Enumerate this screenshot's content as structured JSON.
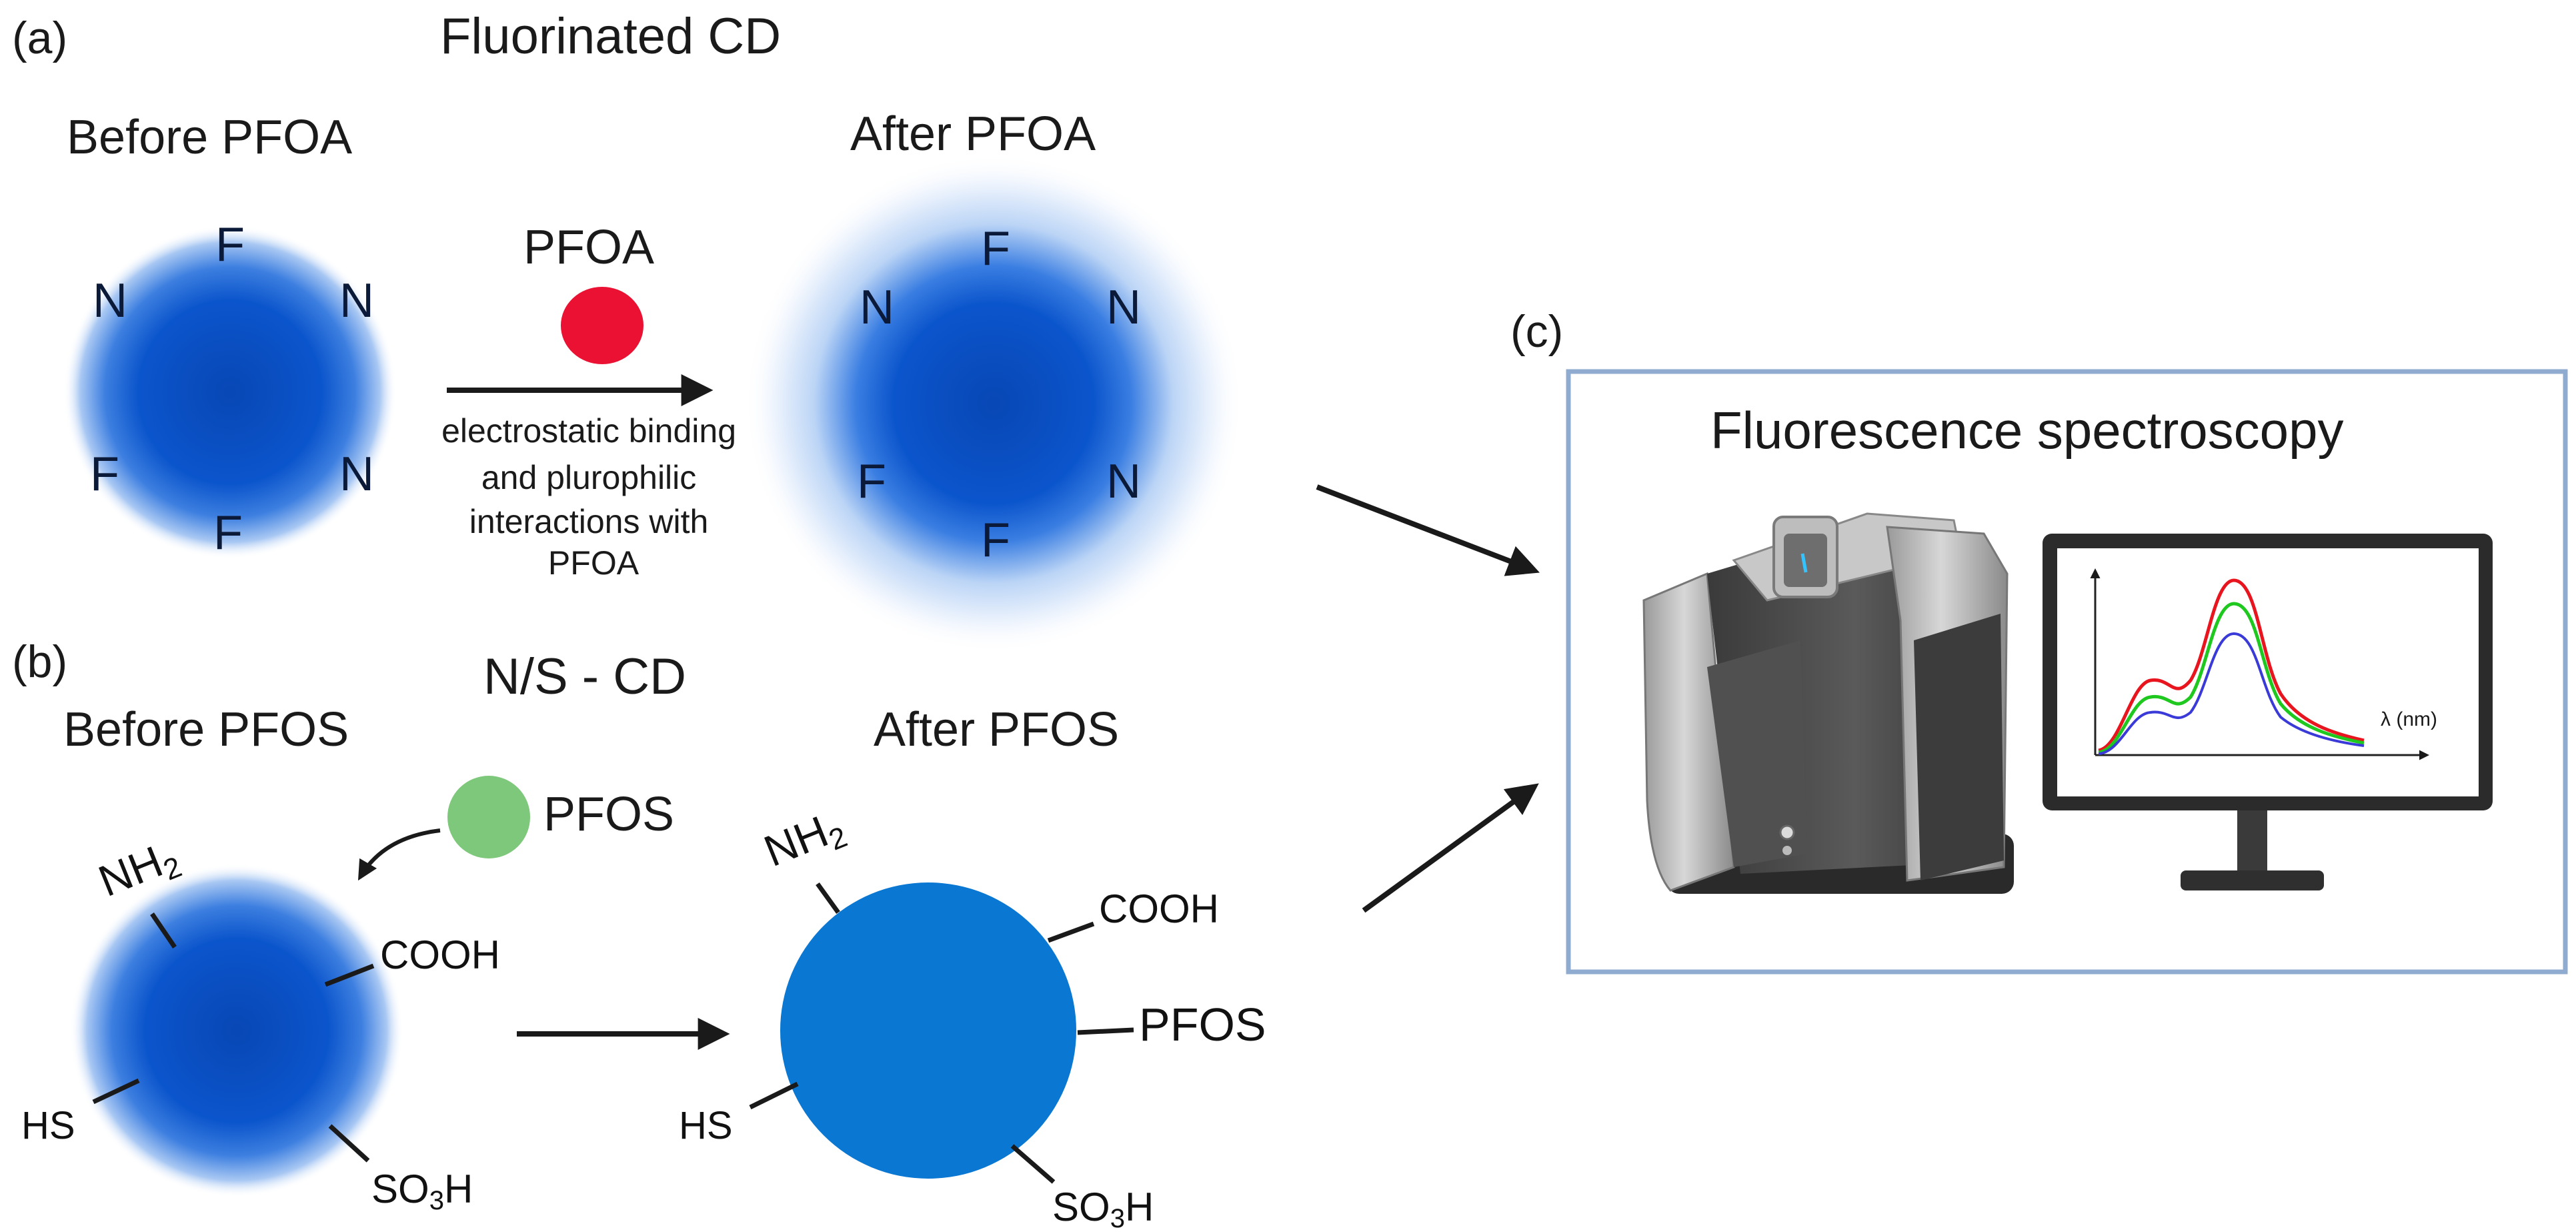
{
  "panel_a": {
    "label": "(a)",
    "title": "Fluorinated CD",
    "before": "Before PFOA",
    "after": "After PFOA",
    "reagent": "PFOA",
    "reagent_color": "#ea1133",
    "arrow_caption": [
      "electrostatic binding",
      "and plurophilic",
      "interactions with",
      "PFOA"
    ],
    "before_atoms": [
      "F",
      "N",
      "N",
      "F",
      "N",
      "F"
    ],
    "after_atoms": [
      "F",
      "N",
      "N",
      "F",
      "N",
      "F"
    ]
  },
  "panel_b": {
    "label": "(b)",
    "title": "N/S - CD",
    "before": "Before PFOS",
    "after": "After PFOS",
    "reagent": "PFOS",
    "reagent_color": "#7dc87a",
    "groups_before": {
      "nh": "NH",
      "nh_sub": "2",
      "cooh": "COOH",
      "hs": "HS",
      "so": "SO",
      "so_sub": "3",
      "so_h": "H"
    },
    "groups_after": {
      "nh": "NH",
      "nh_sub": "2",
      "cooh": "COOH",
      "pfos": "PFOS",
      "hs": "HS",
      "so": "SO",
      "so_sub": "3",
      "so_h": "H"
    },
    "after_color": "#0a78d2"
  },
  "panel_c": {
    "label": "(c)",
    "title": "Fluorescence spectroscopy",
    "axis_label": "λ (nm)",
    "frame_color": "#8fabcf",
    "spectra_colors": [
      "#e8141e",
      "#1ec81e",
      "#3a3ad8"
    ]
  },
  "colors": {
    "dot_core": "#0a4fc0",
    "dot_halo": "#ffffff"
  }
}
